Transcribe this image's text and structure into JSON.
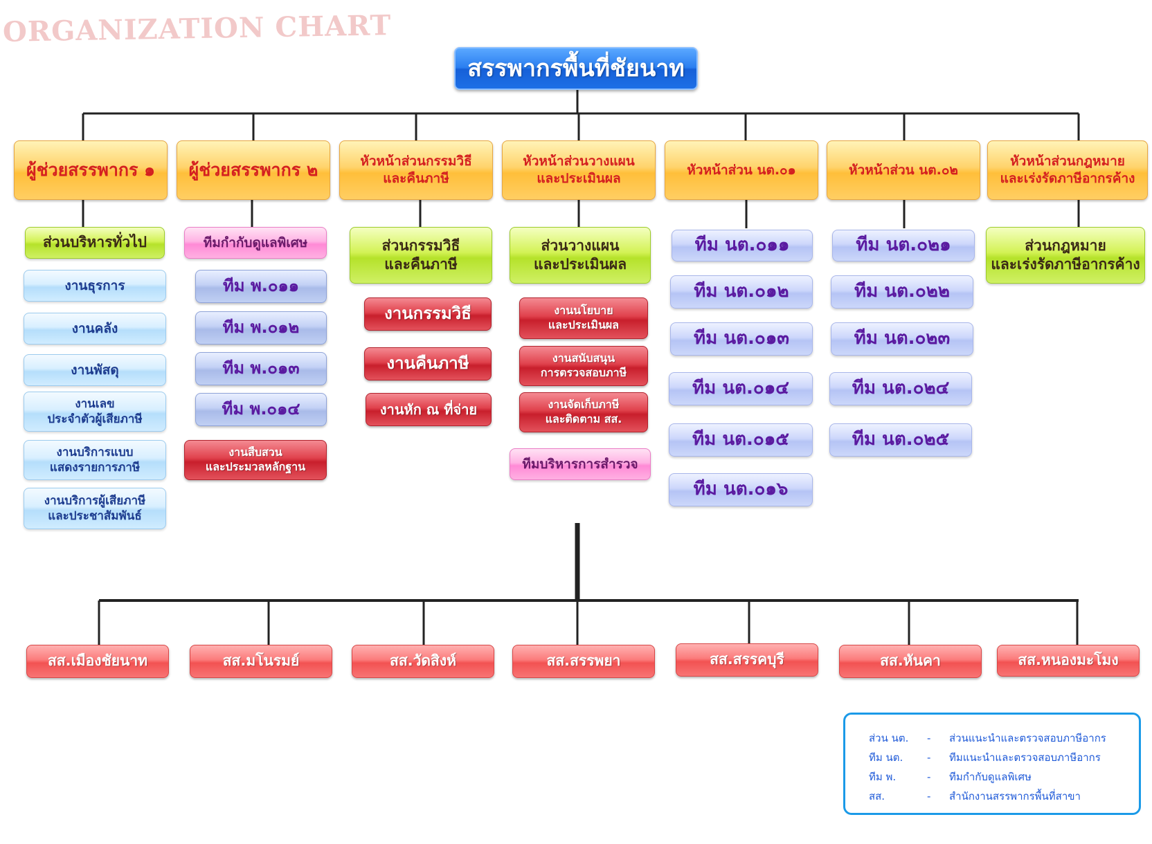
{
  "header": {
    "watermark": "ORGANIZATION CHART"
  },
  "top": {
    "label": "สรรพากรพื้นที่ชัยนาท"
  },
  "columns": [
    {
      "head": "ผู้ช่วยสรรพากร ๑",
      "sub": "ส่วนบริหารทั่วไป",
      "items": [
        "งานธุรการ",
        "งานคลัง",
        "งานพัสดุ",
        "งานเลข\nประจำตัวผู้เสียภาษี",
        "งานบริการแบบ\nแสดงรายการภาษี",
        "งานบริการผู้เสียภาษี\nและประชาสัมพันธ์"
      ]
    },
    {
      "head": "ผู้ช่วยสรรพากร ๒",
      "sub": "ทีมกำกับดูแลพิเศษ",
      "items": [
        "ทีม พ.๐๑๑",
        "ทีม พ.๐๑๒",
        "ทีม พ.๐๑๓",
        "ทีม พ.๐๑๔",
        "งานสืบสวน\nและประมวลหลักฐาน"
      ]
    },
    {
      "head": "หัวหน้าส่วนกรรมวิธี\nและคืนภาษี",
      "sub": "ส่วนกรรมวิธี\nและคืนภาษี",
      "items": [
        "งานกรรมวิธี",
        "งานคืนภาษี",
        "งานหัก ณ ที่จ่าย"
      ]
    },
    {
      "head": "หัวหน้าส่วนวางแผน\nและประเมินผล",
      "sub": "ส่วนวางแผน\nและประเมินผล",
      "items": [
        "งานนโยบาย\nและประเมินผล",
        "งานสนับสนุน\nการตรวจสอบภาษี",
        "งานจัดเก็บภาษี\nและติดตาม สส.",
        "ทีมบริหารการสำรวจ"
      ]
    },
    {
      "head": "หัวหน้าส่วน นต.๐๑",
      "items": [
        "ทีม นต.๐๑๑",
        "ทีม นต.๐๑๒",
        "ทีม นต.๐๑๓",
        "ทีม นต.๐๑๔",
        "ทีม นต.๐๑๕",
        "ทีม นต.๐๑๖"
      ]
    },
    {
      "head": "หัวหน้าส่วน นต.๐๒",
      "items": [
        "ทีม นต.๐๒๑",
        "ทีม นต.๐๒๒",
        "ทีม นต.๐๒๓",
        "ทีม นต.๐๒๔",
        "ทีม นต.๐๒๕"
      ]
    },
    {
      "head": "หัวหน้าส่วนกฎหมาย\nและเร่งรัดภาษีอากรค้าง",
      "sub": "ส่วนกฎหมาย\nและเร่งรัดภาษีอากรค้าง",
      "items": []
    }
  ],
  "branches": [
    "สส.เมืองชัยนาท",
    "สส.มโนรมย์",
    "สส.วัดสิงห์",
    "สส.สรรพยา",
    "สส.สรรคบุรี",
    "สส.หันคา",
    "สส.หนองมะโมง"
  ],
  "legend": [
    {
      "abbr": "ส่วน นต.",
      "dash": "-",
      "meaning": "ส่วนแนะนำและตรวจสอบภาษีอากร"
    },
    {
      "abbr": "ทีม นต.",
      "dash": "-",
      "meaning": "ทีมแนะนำและตรวจสอบภาษีอากร"
    },
    {
      "abbr": "ทีม พ.",
      "dash": "-",
      "meaning": "ทีมกำกับดูแลพิเศษ"
    },
    {
      "abbr": "สส.",
      "dash": "-",
      "meaning": "สำนักงานสรรพากรพื้นที่สาขา"
    }
  ]
}
